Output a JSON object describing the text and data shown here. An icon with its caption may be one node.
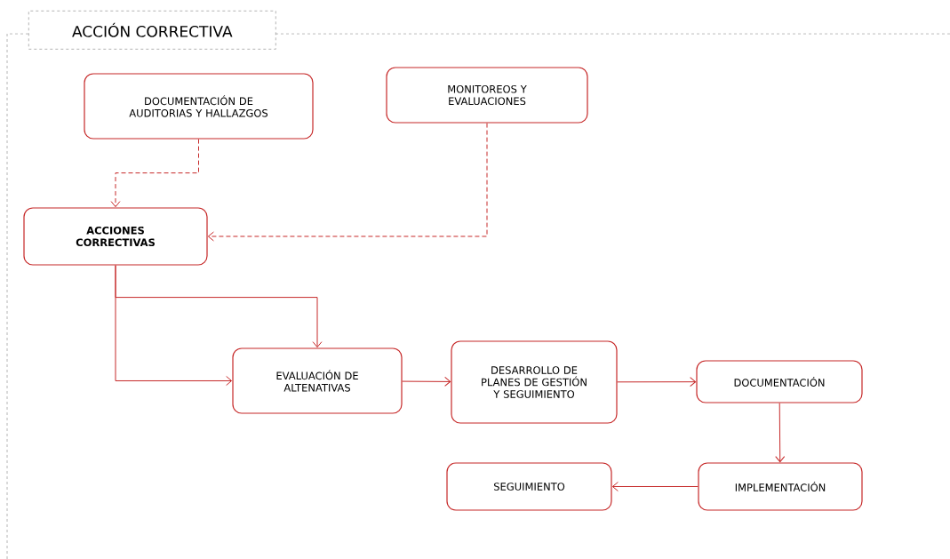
{
  "diagram": {
    "title": "ACCIÓN CORRECTIVA",
    "nodes": [
      {
        "text": [
          "DOCUMENTACIÓN DE AUDITORIAS Y HALLAZGOS"
        ]
      },
      {
        "text": [
          "MONITOREOS Y EVALUACIONES"
        ]
      },
      {
        "text": [
          "ACCIONES CORRECTIVAS"
        ]
      },
      {
        "text": [
          "EVALUACIÓN DE ALTENATIVAS"
        ]
      },
      {
        "text": [
          "DESARROLLO DE PLANES DE GESTIÓN Y SEGUIMIENTO"
        ]
      },
      {
        "text": [
          "DOCUMENTACIÓN"
        ]
      },
      {
        "text": [
          "SEGUIMIENTO"
        ]
      },
      {
        "text": [
          "IMPLEMENTACIÓN"
        ]
      }
    ],
    "edges": [
      {
        "from": 0,
        "to": 2,
        "arrow": "to",
        "style": "dashed"
      },
      {
        "from": 1,
        "to": 2,
        "arrow": "to",
        "style": "dashed"
      },
      {
        "from": 2,
        "to": 3,
        "arrow": "to"
      },
      {
        "from": 2,
        "to": 3,
        "arrow": "to"
      },
      {
        "from": 3,
        "to": 4,
        "arrow": "to"
      },
      {
        "from": 4,
        "to": 5,
        "arrow": "to"
      },
      {
        "from": 5,
        "to": 7,
        "arrow": "to"
      },
      {
        "from": 7,
        "to": 6,
        "arrow": "to"
      }
    ]
  }
}
